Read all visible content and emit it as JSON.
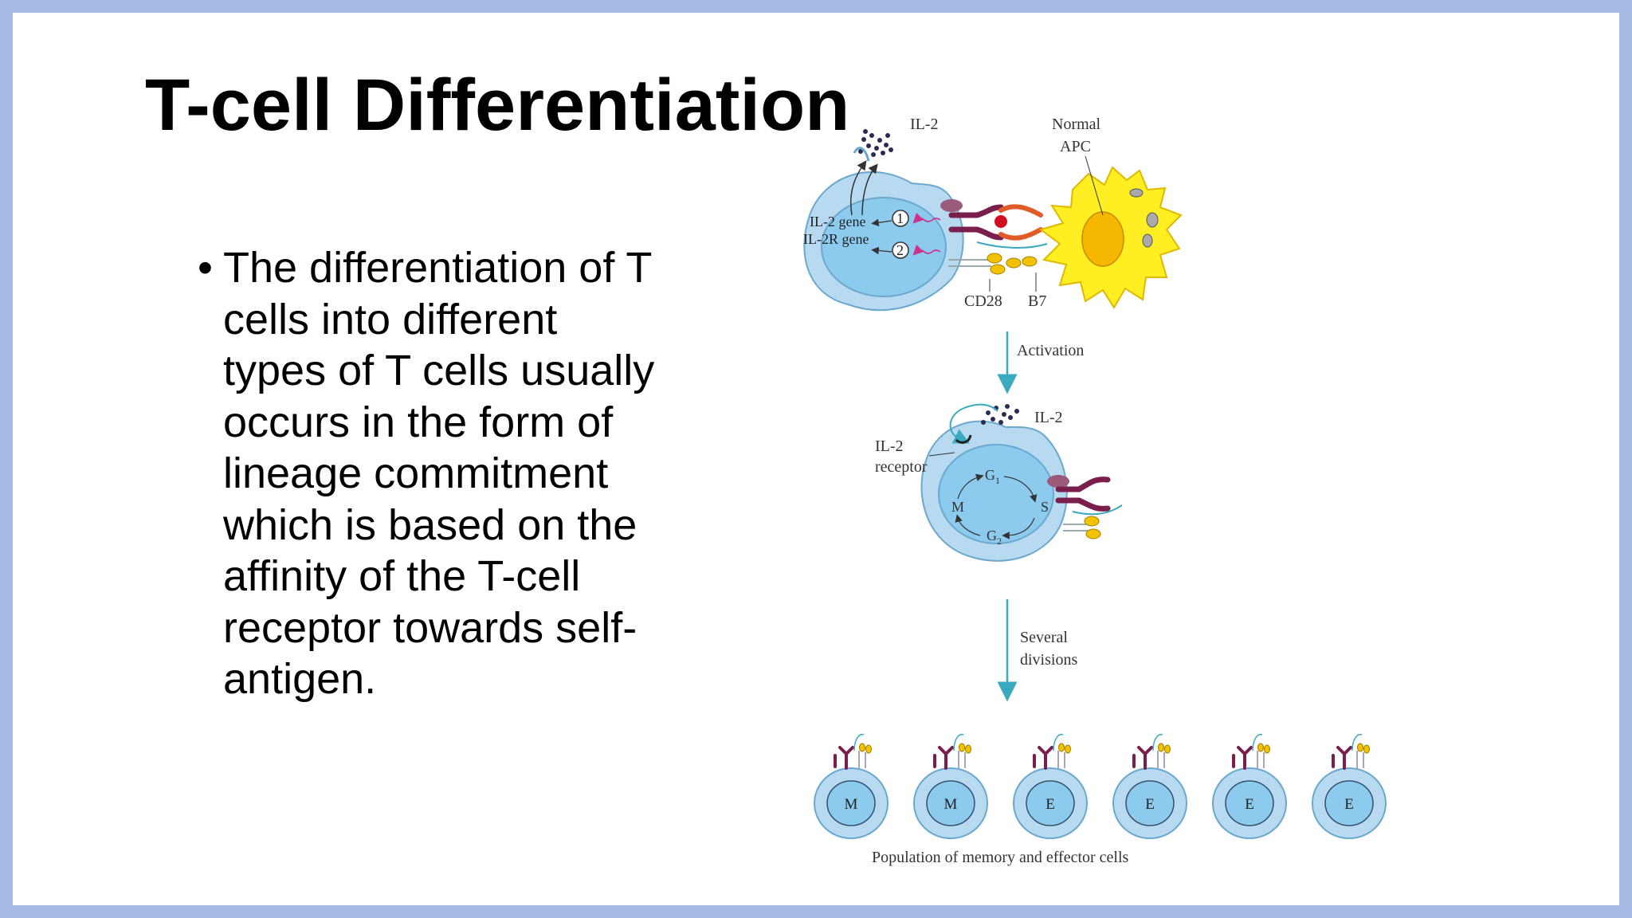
{
  "slide": {
    "title": "T-cell Differentiation",
    "bullet": "The differentiation of T cells into different types of T cells usually occurs in the form of lineage commitment which is based on the affinity of the T-cell receptor towards self-antigen."
  },
  "diagram": {
    "labels": {
      "il2_top": "IL-2",
      "normal": "Normal",
      "apc": "APC",
      "il2_gene": "IL-2 gene",
      "il2r_gene": "IL-2R gene",
      "step1": "1",
      "step2": "2",
      "cd28": "CD28",
      "b7": "B7",
      "activation": "Activation",
      "il2_mid": "IL-2",
      "il2_receptor_1": "IL-2",
      "il2_receptor_2": "receptor",
      "g1": "G",
      "g1_sub": "1",
      "s": "S",
      "g2": "G",
      "g2_sub": "2",
      "m": "M",
      "several": "Several",
      "divisions": "divisions",
      "population": "Population of memory and effector cells"
    },
    "cells": [
      "M",
      "M",
      "E",
      "E",
      "E",
      "E"
    ],
    "colors": {
      "cell_fill": "#b7daf1",
      "nucleus_fill": "#8ccbee",
      "apc_fill": "#ffef22",
      "arrow": "#3aaac0",
      "receptor": "#7a1e4e"
    }
  }
}
